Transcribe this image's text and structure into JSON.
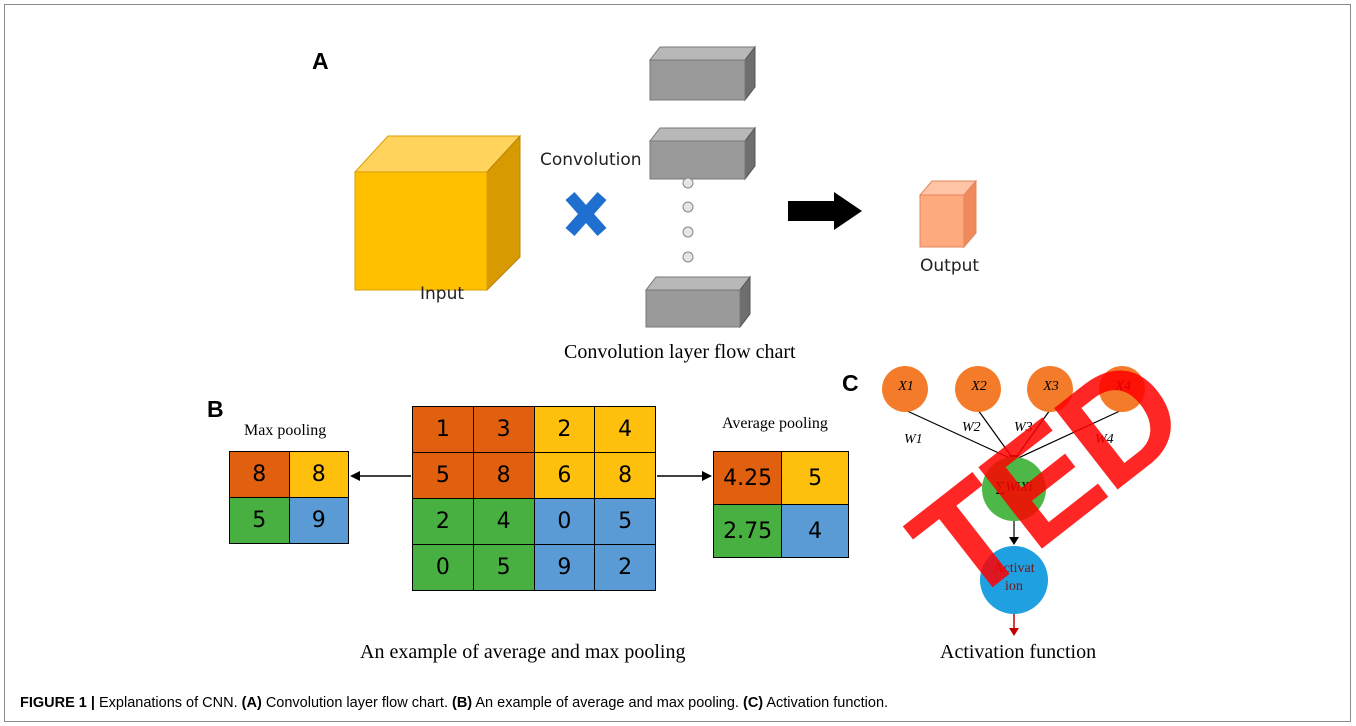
{
  "panel_a": {
    "letter": "A",
    "convolution_label": "Convolution",
    "input_label": "Input",
    "output_label": "Output",
    "title": "Convolution layer flow chart"
  },
  "panel_b": {
    "letter": "B",
    "max_pooling_label": "Max pooling",
    "average_pooling_label": "Average pooling",
    "title": "An example of average and max pooling",
    "input_grid": [
      [
        "1",
        "3",
        "2",
        "4"
      ],
      [
        "5",
        "8",
        "6",
        "8"
      ],
      [
        "2",
        "4",
        "0",
        "5"
      ],
      [
        "0",
        "5",
        "9",
        "2"
      ]
    ],
    "max_grid": [
      [
        "8",
        "8"
      ],
      [
        "5",
        "9"
      ]
    ],
    "avg_grid": [
      [
        "4.25",
        "5"
      ],
      [
        "2.75",
        "4"
      ]
    ]
  },
  "panel_c": {
    "letter": "C",
    "inputs": [
      "X1",
      "X2",
      "X3",
      "X4"
    ],
    "weights": [
      "W1",
      "W2",
      "W3",
      "W4"
    ],
    "sum_label": "∑WiXi",
    "activation_line1": "Activat",
    "activation_line2": "ion",
    "title": "Activation function"
  },
  "caption": {
    "figure_label": "FIGURE 1 |",
    "intro": " Explanations of CNN. ",
    "a_tag": "(A)",
    "a_text": " Convolution layer flow chart. ",
    "b_tag": "(B)",
    "b_text": " An example of average and max pooling. ",
    "c_tag": "(C)",
    "c_text": " Activation function."
  },
  "stamp_text": "TED",
  "colors": {
    "orange": "#e0600f",
    "yellow": "#ffc00d",
    "green": "#47b040",
    "blue": "#5b9bd5",
    "node_orange": "#f47b2a",
    "node_green": "#4db848",
    "node_blue": "#1fa0e0",
    "stamp_red": "#ff0000"
  }
}
